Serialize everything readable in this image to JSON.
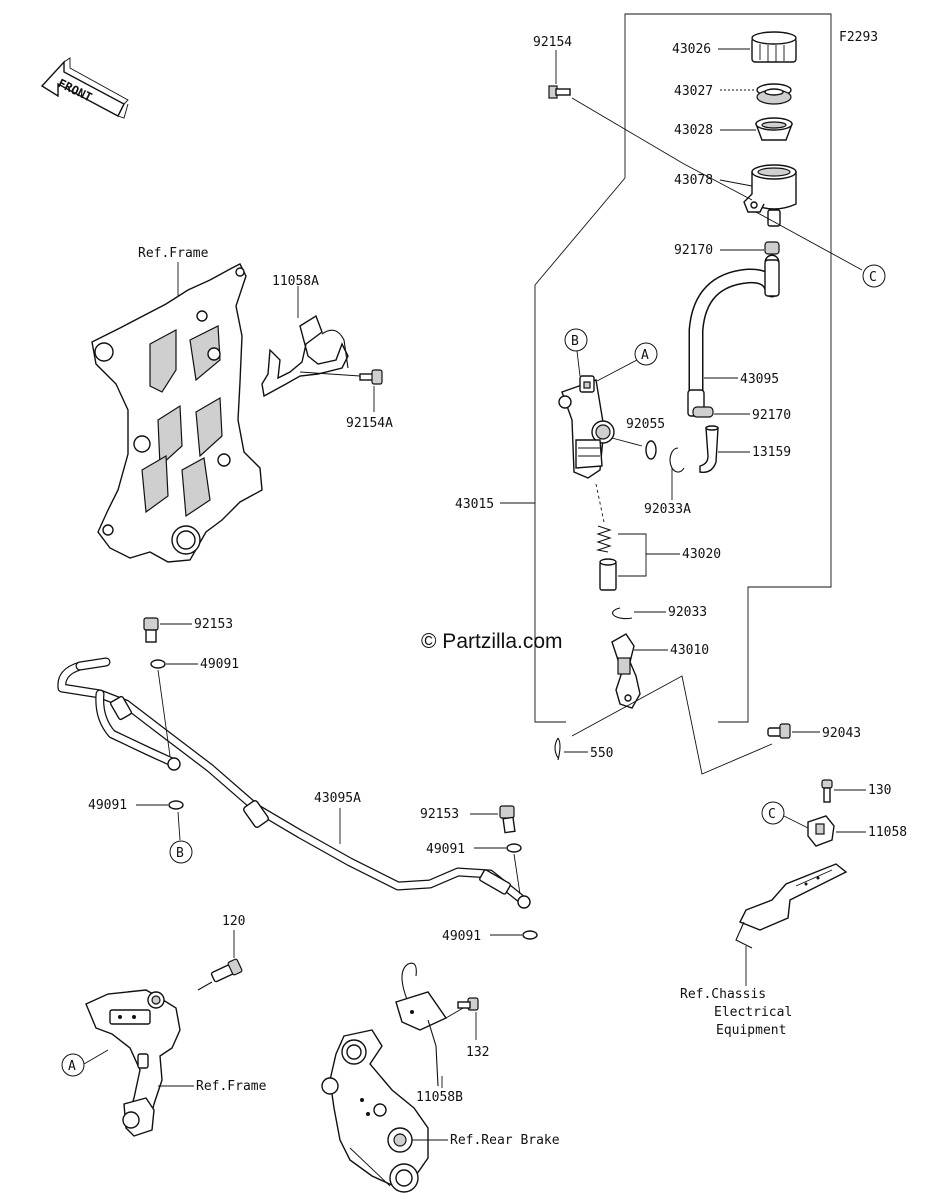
{
  "diagram_code": "F2293",
  "front_label": "FRONT",
  "copyright": "© Partzilla.com",
  "callouts": {
    "p43026": "43026",
    "p43027": "43027",
    "p43028": "43028",
    "p43078": "43078",
    "p92154": "92154",
    "p92170a": "92170",
    "p92170b": "92170",
    "p43095": "43095",
    "p92055": "92055",
    "p13159": "13159",
    "p92033A": "92033A",
    "p43015": "43015",
    "p43020": "43020",
    "p92033": "92033",
    "p43010": "43010",
    "p92043": "92043",
    "p550": "550",
    "p130": "130",
    "p11058": "11058",
    "p11058A": "11058A",
    "p92154A": "92154A",
    "p92153a": "92153",
    "p49091a": "49091",
    "p49091b": "49091",
    "p43095A": "43095A",
    "p92153b": "92153",
    "p49091c": "49091",
    "p49091d": "49091",
    "p120": "120",
    "p132": "132",
    "p11058B": "11058B"
  },
  "ref_labels": {
    "frame_top": "Ref.Frame",
    "frame_bottom": "Ref.Frame",
    "rear_brake": "Ref.Rear Brake",
    "chassis_line1": "Ref.Chassis",
    "chassis_line2": "Electrical",
    "chassis_line3": "Equipment"
  },
  "circle_refs": {
    "a_top": "A",
    "b_top": "B",
    "c_right": "C",
    "c_low": "C",
    "b_low": "B",
    "a_low": "A"
  }
}
